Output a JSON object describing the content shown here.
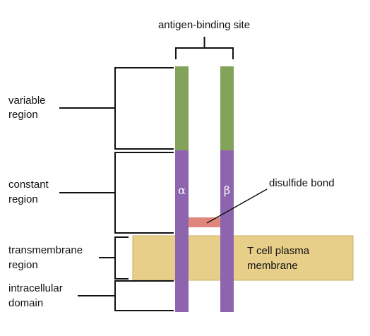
{
  "labels": {
    "antigen_binding_site": "antigen-binding site",
    "variable_region": [
      "variable",
      "region"
    ],
    "constant_region": [
      "constant",
      "region"
    ],
    "transmembrane_region": [
      "transmembrane",
      "region"
    ],
    "intracellular_domain": [
      "intracellular",
      "domain"
    ],
    "disulfide_bond": "disulfide bond",
    "membrane": [
      "T cell plasma",
      "membrane"
    ],
    "alpha_chain": "α",
    "beta_chain": "β"
  },
  "colors": {
    "variable": "#84a35a",
    "constant": "#8e64ae",
    "disulfide": "#e0867c",
    "membrane": "#e7cf8a",
    "membrane_border": "#c9b061",
    "line": "#111111"
  }
}
